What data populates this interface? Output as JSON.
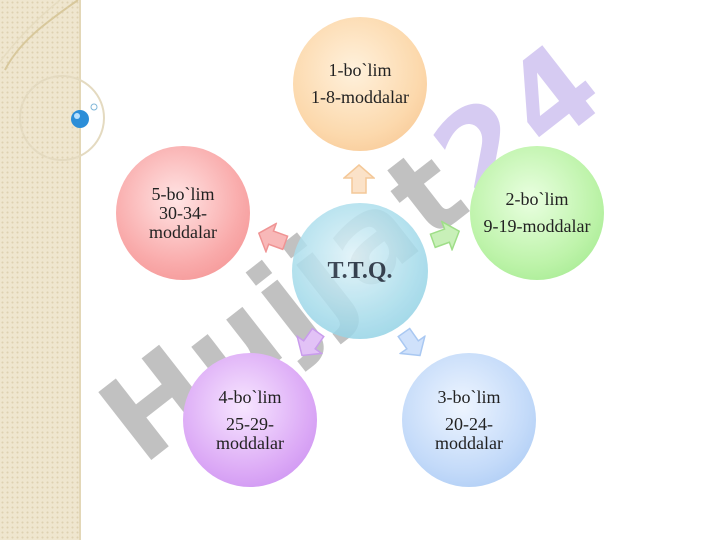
{
  "watermark": {
    "text_a": "Hujjat",
    "text_b": "24"
  },
  "center": {
    "label": "T.T.Q."
  },
  "nodes": [
    {
      "title": "1-bo`lim",
      "range": "1-8-moddalar",
      "color": "#fcd9ad"
    },
    {
      "title": "2-bo`lim",
      "range": "9-19-moddalar",
      "color": "#bdf3a9"
    },
    {
      "title": "3-bo`lim",
      "range": "20-24-moddalar",
      "color": "#c3daf9"
    },
    {
      "title": "4-bo`lim",
      "range": "25-29-moddalar",
      "color": "#dcaaf6"
    },
    {
      "title": "5-bo`lim",
      "range": "30-34-moddalar",
      "color": "#f9aaaa"
    }
  ],
  "icons": [
    "arrow-up-icon",
    "arrow-right-icon",
    "arrow-down-right-icon",
    "arrow-down-left-icon",
    "arrow-left-icon"
  ]
}
